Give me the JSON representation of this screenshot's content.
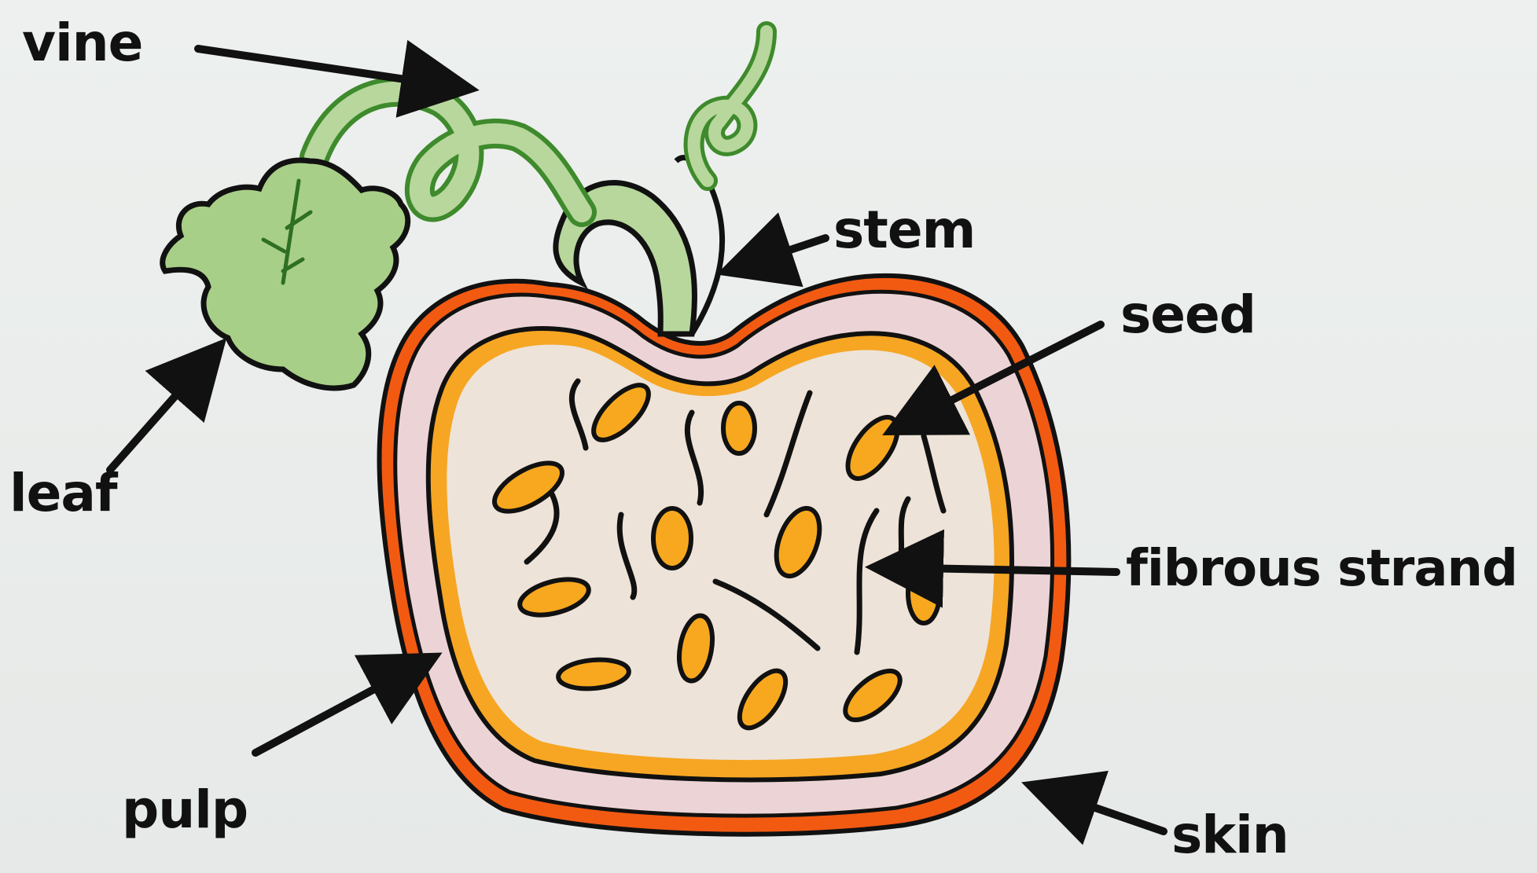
{
  "labels": {
    "vine": "vine",
    "stem": "stem",
    "seed": "seed",
    "leaf": "leaf",
    "fibrous_strand": "fibrous strand",
    "pulp": "pulp",
    "skin": "skin"
  },
  "colors": {
    "ink": "#111111",
    "skin_orange": "#f25a12",
    "pulp_pink": "#ecd4d6",
    "flesh_orange": "#f6a623",
    "flesh_inner": "#ede3d8",
    "seed_orange": "#f7a81e",
    "leaf_green": "#a8cf87",
    "leaf_dark": "#3e8a2c",
    "vine_green": "#b7d79c"
  }
}
